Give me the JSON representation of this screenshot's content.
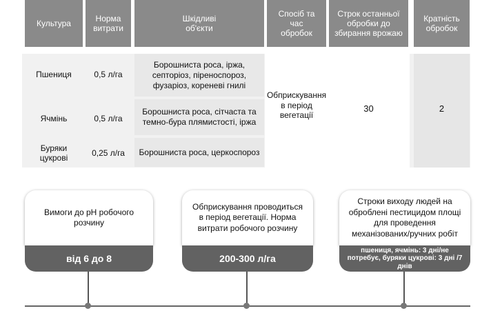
{
  "table": {
    "headers": [
      "Культура",
      "Норма витрати",
      "Шкідливі об'єкти",
      "Спосіб та час обробок",
      "Строк останньої обробки до збирання врожаю",
      "Кратність обробок"
    ],
    "rows": [
      {
        "crop": "Пшениця",
        "rate": "0,5 л/га",
        "pests": "Борошниста роса, іржа, септоріоз, піреноспороз, фузаріоз, кореневі гнилі"
      },
      {
        "crop": "Ячмінь",
        "rate": "0,5 л/га",
        "pests": "Борошниста роса, сітчаста та темно-бура плямистості, іржа"
      },
      {
        "crop": "Буряки цукрові",
        "rate": "0,25 л/га",
        "pests": "Борошниста роса, церкоспороз"
      }
    ],
    "method": "Обприскування в період вегетації",
    "days_before_harvest": "30",
    "multiplicity": "2"
  },
  "cards": [
    {
      "top": "Вимоги до pH робочого розчину",
      "bottom": "від 6 до 8"
    },
    {
      "top": "Обприскування проводиться в період вегетації. Норма витрати робочого розчину",
      "bottom": "200-300 л/га"
    },
    {
      "top": "Строки виходу людей на оброблені пестицидом площі для проведення механізованих/ручних робіт",
      "bottom": "пшениця, ячмінь: 3 дні/не потребує, буряки цукрові: 3 дні /7 днів"
    }
  ]
}
